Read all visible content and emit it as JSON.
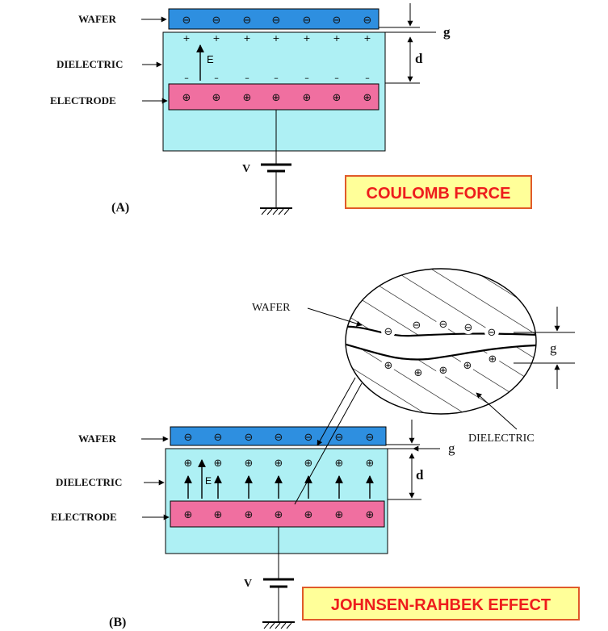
{
  "panel_a": {
    "panel_label": "(A)",
    "wafer_label": "WAFER",
    "dielectric_label": "DIELECTRIC",
    "electrode_label": "ELECTRODE",
    "field_label": "E",
    "gap_label": "g",
    "thickness_label": "d",
    "voltage_label": "V",
    "title": "COULOMB FORCE",
    "wafer_charges": [
      "⊖",
      "⊖",
      "⊖",
      "⊖",
      "⊖",
      "⊖",
      "⊖"
    ],
    "top_surface_charges": [
      "+",
      "+",
      "+",
      "+",
      "+",
      "+",
      "+"
    ],
    "bottom_surface_charges": [
      "–",
      "–",
      "–",
      "–",
      "–",
      "–",
      "–"
    ],
    "electrode_charges": [
      "⊕",
      "⊕",
      "⊕",
      "⊕",
      "⊕",
      "⊕",
      "⊕"
    ]
  },
  "panel_b": {
    "panel_label": "(B)",
    "wafer_label": "WAFER",
    "dielectric_label": "DIELECTRIC",
    "electrode_label": "ELECTRODE",
    "field_label": "E",
    "gap_label": "g",
    "thickness_label": "d",
    "voltage_label": "V",
    "title": "JOHNSEN-RAHBEK EFFECT",
    "wafer_charges": [
      "⊖",
      "⊖",
      "⊖",
      "⊖",
      "⊖",
      "⊖",
      "⊖"
    ],
    "dielectric_top_charges": [
      "⊕",
      "⊕",
      "⊕",
      "⊕",
      "⊕",
      "⊕",
      "⊕"
    ],
    "electrode_charges": [
      "⊕",
      "⊕",
      "⊕",
      "⊕",
      "⊕",
      "⊕",
      "⊕"
    ],
    "zoom": {
      "wafer_label": "WAFER",
      "dielectric_label": "DIELECTRIC",
      "gap_label": "g",
      "wafer_charges": [
        "⊖",
        "⊖",
        "⊖",
        "⊖",
        "⊖"
      ],
      "dielectric_charges": [
        "⊕",
        "⊕",
        "⊕",
        "⊕",
        "⊕"
      ]
    }
  },
  "colors": {
    "wafer": "#2e8fe0",
    "dielectric": "#aef0f4",
    "electrode": "#f06fa0",
    "title_box_fill": "#ffff99",
    "title_box_border": "#e05a2a",
    "title_text": "#ee1c1c"
  }
}
